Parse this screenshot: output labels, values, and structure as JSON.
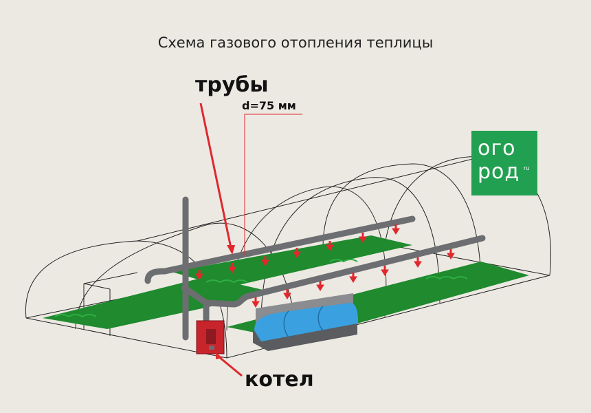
{
  "title": "Схема газового отопления теплицы",
  "labels": {
    "pipes": "трубы",
    "diameter": "d=75 мм",
    "boiler": "котел"
  },
  "logo": {
    "line1": "огo",
    "line2": "род",
    "suffix": "ru"
  },
  "colors": {
    "background": "#ece9e3",
    "beds": "#1f8a2e",
    "pipes": "#6d6e71",
    "arrows": "#e0282d",
    "boiler": "#c8242c",
    "logo": "#22a051",
    "cover": "#3aa0e0"
  }
}
